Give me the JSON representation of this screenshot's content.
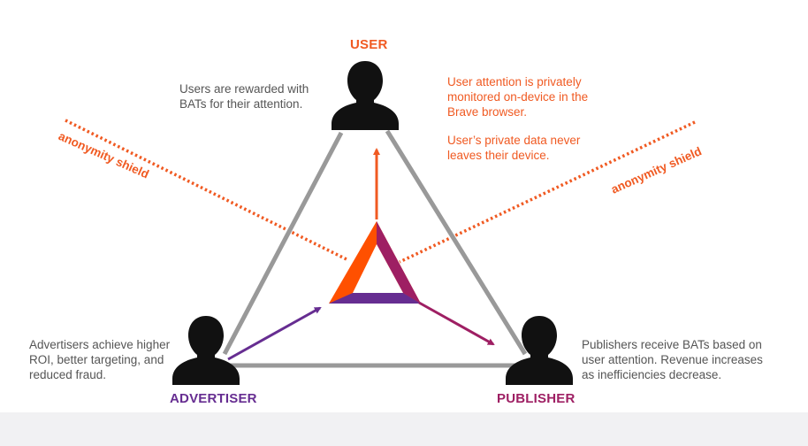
{
  "roles": {
    "user": "USER",
    "advertiser": "ADVERTISER",
    "publisher": "PUBLISHER"
  },
  "notes": {
    "user_reward": [
      "Users are rewarded with",
      "BATs for their attention."
    ],
    "user_attention": [
      "User attention is privately",
      "monitored on-device in the",
      "Brave browser."
    ],
    "user_privacy": [
      "User’s private data never",
      "leaves their device."
    ],
    "advertiser": [
      "Advertisers achieve higher",
      "ROI, better targeting, and",
      "reduced fraud."
    ],
    "publisher": [
      "Publishers receive BATs based on",
      "user attention. Revenue increases",
      "as inefficiencies decrease."
    ]
  },
  "shields": {
    "left": "anonymity shield",
    "right": "anonymity shield"
  },
  "colors": {
    "user": "#f05a22",
    "advertiser": "#662d91",
    "publisher": "#9e1f63",
    "body_text": "#555555",
    "triangle_edge": "#999999",
    "silhouette": "#111111",
    "bat_orange": "#ff5000",
    "bat_magenta": "#9e1f63",
    "bat_purple": "#662d91"
  }
}
